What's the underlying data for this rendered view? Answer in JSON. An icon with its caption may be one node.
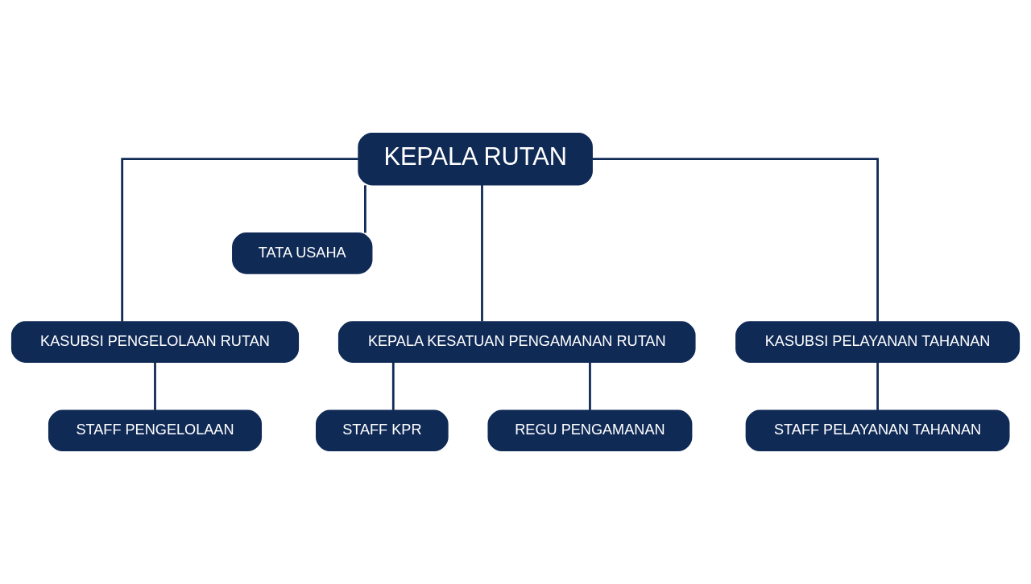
{
  "diagram": {
    "nodes": [
      {
        "text": [
          "KEPALA RUTAN"
        ]
      },
      {
        "text": [
          "TATA USAHA"
        ]
      },
      {
        "text": [
          "KASUBSI PENGELOLAAN RUTAN"
        ]
      },
      {
        "text": [
          "KEPALA KESATUAN PENGAMANAN RUTAN"
        ]
      },
      {
        "text": [
          "KASUBSI PELAYANAN TAHANAN"
        ]
      },
      {
        "text": [
          "STAFF PENGELOLAAN"
        ]
      },
      {
        "text": [
          "STAFF KPR"
        ]
      },
      {
        "text": [
          "REGU PENGAMANAN"
        ]
      },
      {
        "text": [
          "STAFF PELAYANAN TAHANAN"
        ]
      }
    ],
    "edges": [
      {
        "from": 0,
        "to": 1,
        "arrow": "none"
      },
      {
        "from": 0,
        "to": 2,
        "arrow": "none"
      },
      {
        "from": 0,
        "to": 3,
        "arrow": "none"
      },
      {
        "from": 0,
        "to": 4,
        "arrow": "none"
      },
      {
        "from": 2,
        "to": 5,
        "arrow": "none"
      },
      {
        "from": 3,
        "to": 6,
        "arrow": "none"
      },
      {
        "from": 3,
        "to": 7,
        "arrow": "none"
      },
      {
        "from": 4,
        "to": 8,
        "arrow": "none"
      }
    ]
  }
}
